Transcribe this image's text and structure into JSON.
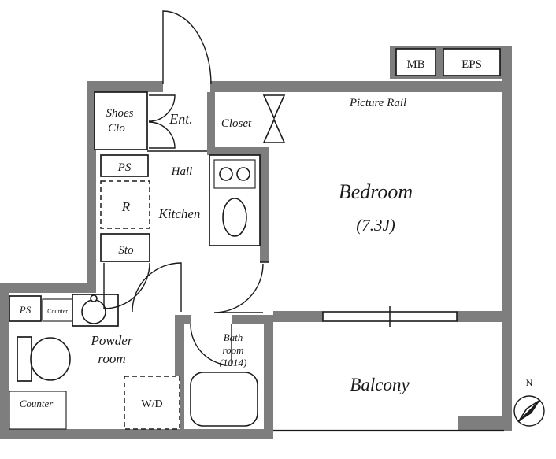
{
  "floorplan": {
    "rooms": {
      "shoes_closet": {
        "label_line1": "Shoes",
        "label_line2": "Clo"
      },
      "entrance": {
        "label": "Ent."
      },
      "hall": {
        "label": "Hall"
      },
      "kitchen": {
        "label": "Kitchen"
      },
      "closet": {
        "label": "Closet"
      },
      "bedroom": {
        "label": "Bedroom",
        "size": "(7.3J)",
        "picture_rail": "Picture Rail"
      },
      "powder_room": {
        "label_line1": "Powder",
        "label_line2": "room"
      },
      "bathroom": {
        "label_line1": "Bath",
        "label_line2": "room",
        "label_line3": "(1014)"
      },
      "balcony": {
        "label": "Balcony"
      }
    },
    "features": {
      "ps_upper": "PS",
      "ps_lower": "PS",
      "refrigerator": "R",
      "storage": "Sto",
      "meter_box": "MB",
      "eps": "EPS",
      "counter_upper": "Counter",
      "counter_lower": "Counter",
      "washer_dryer": "W/D"
    },
    "compass": {
      "north_label": "N"
    },
    "colors": {
      "wall_gray": "#7e7e7e",
      "line_black": "#1a1a1a",
      "background": "#ffffff"
    }
  }
}
